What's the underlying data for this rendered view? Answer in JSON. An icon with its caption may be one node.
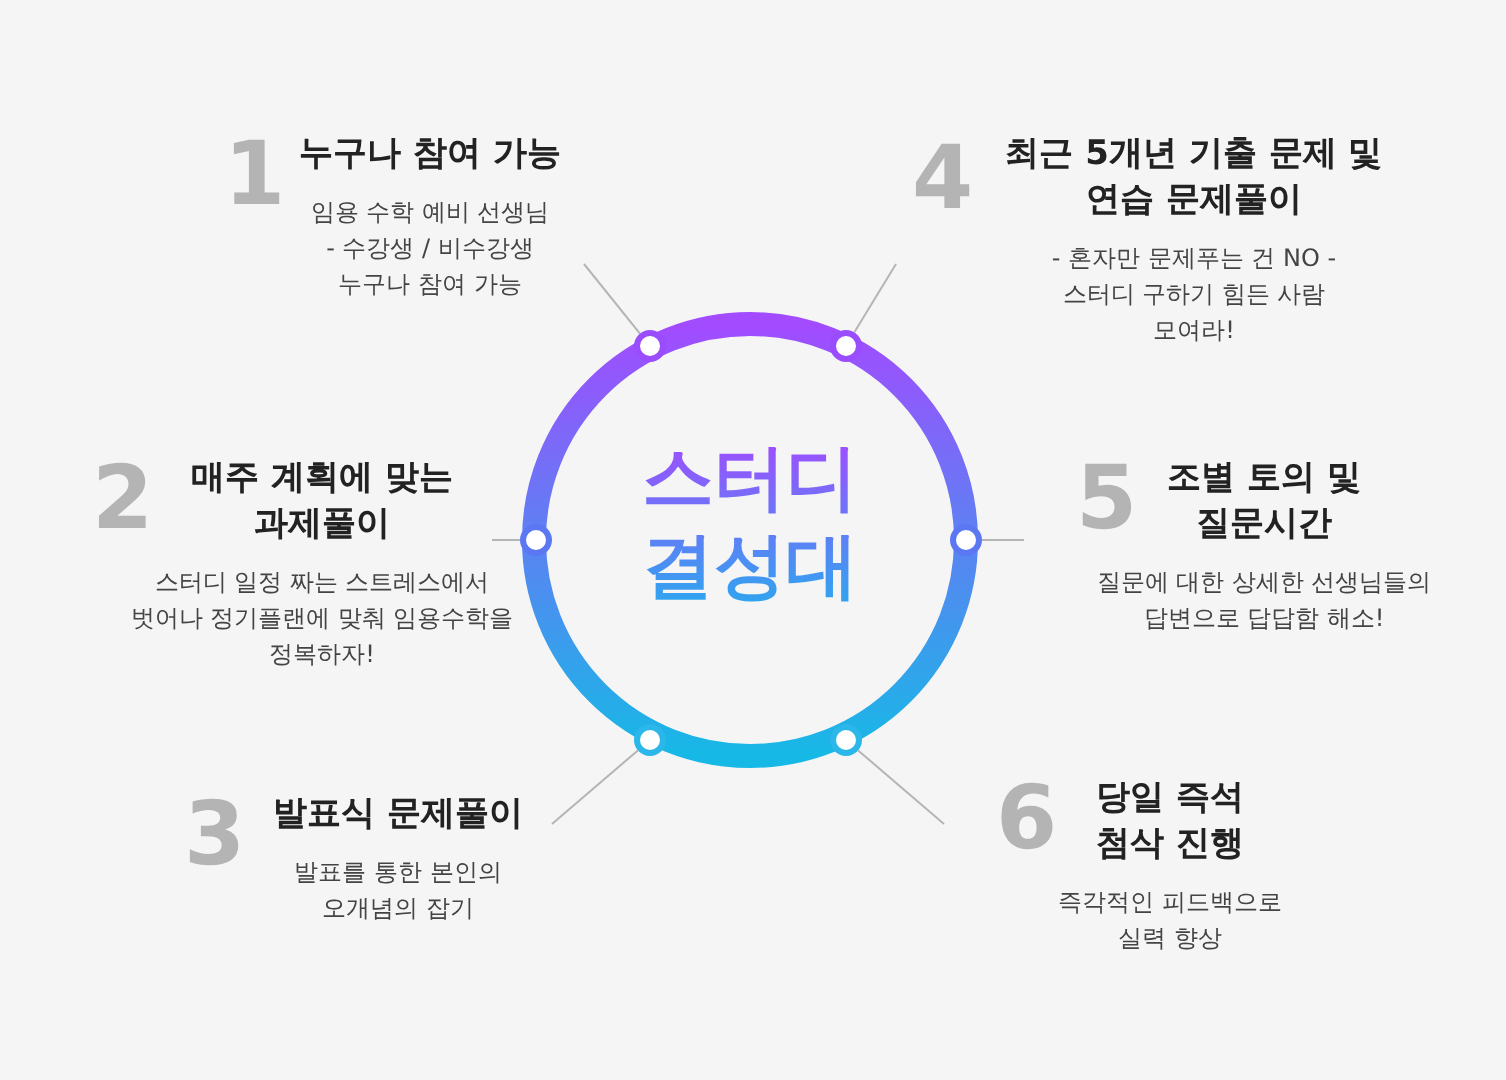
{
  "diagram": {
    "nodes": [
      {
        "text": [
          "스터디 결성대"
        ]
      },
      {
        "text": [
          "누구나 참여 가능",
          "임용 수학 예비 선생님 - 수강생 / 비수강생 누구나 참여 가능"
        ],
        "beside": [
          "1"
        ]
      },
      {
        "text": [
          "매주 계획에 맞는 과제풀이",
          "스터디 일정 짜는 스트레스에서 벗어나 정기플랜에 맞춰 임용수학을 정복하자!"
        ],
        "beside": [
          "2"
        ]
      },
      {
        "text": [
          "발표식 문제풀이",
          "발표를 통한 본인의 오개념의 잡기"
        ],
        "beside": [
          "3"
        ]
      },
      {
        "text": [
          "최근 5개년 기출 문제 및 연습 문제풀이",
          "- 혼자만 문제푸는 건 NO - 스터디 구하기 힘든 사람 모여라!"
        ],
        "beside": [
          "4"
        ]
      },
      {
        "text": [
          "조별 토의 및 질문시간",
          "질문에 대한 상세한 선생님들의 답변으로 답답함 해소!"
        ],
        "beside": [
          "5"
        ]
      },
      {
        "text": [
          "당일 즉석 첨삭 진행",
          "즉각적인 피드백으로 실력 향상"
        ],
        "beside": [
          "6"
        ]
      },
      {
        "text": [],
        "shape": "circle"
      },
      {
        "text": [],
        "shape": "circle"
      },
      {
        "text": [],
        "shape": "circle"
      },
      {
        "text": [],
        "shape": "circle"
      },
      {
        "text": [],
        "shape": "circle"
      },
      {
        "text": [],
        "shape": "circle"
      }
    ],
    "edges": [
      {
        "from": 1,
        "to": 7,
        "arrow": "none"
      },
      {
        "from": 4,
        "to": 8,
        "arrow": "none"
      },
      {
        "from": 2,
        "to": 9,
        "arrow": "none"
      },
      {
        "from": 5,
        "to": 10,
        "arrow": "none"
      },
      {
        "from": 3,
        "to": 11,
        "arrow": "none"
      },
      {
        "from": 6,
        "to": 12,
        "arrow": "none"
      }
    ]
  }
}
